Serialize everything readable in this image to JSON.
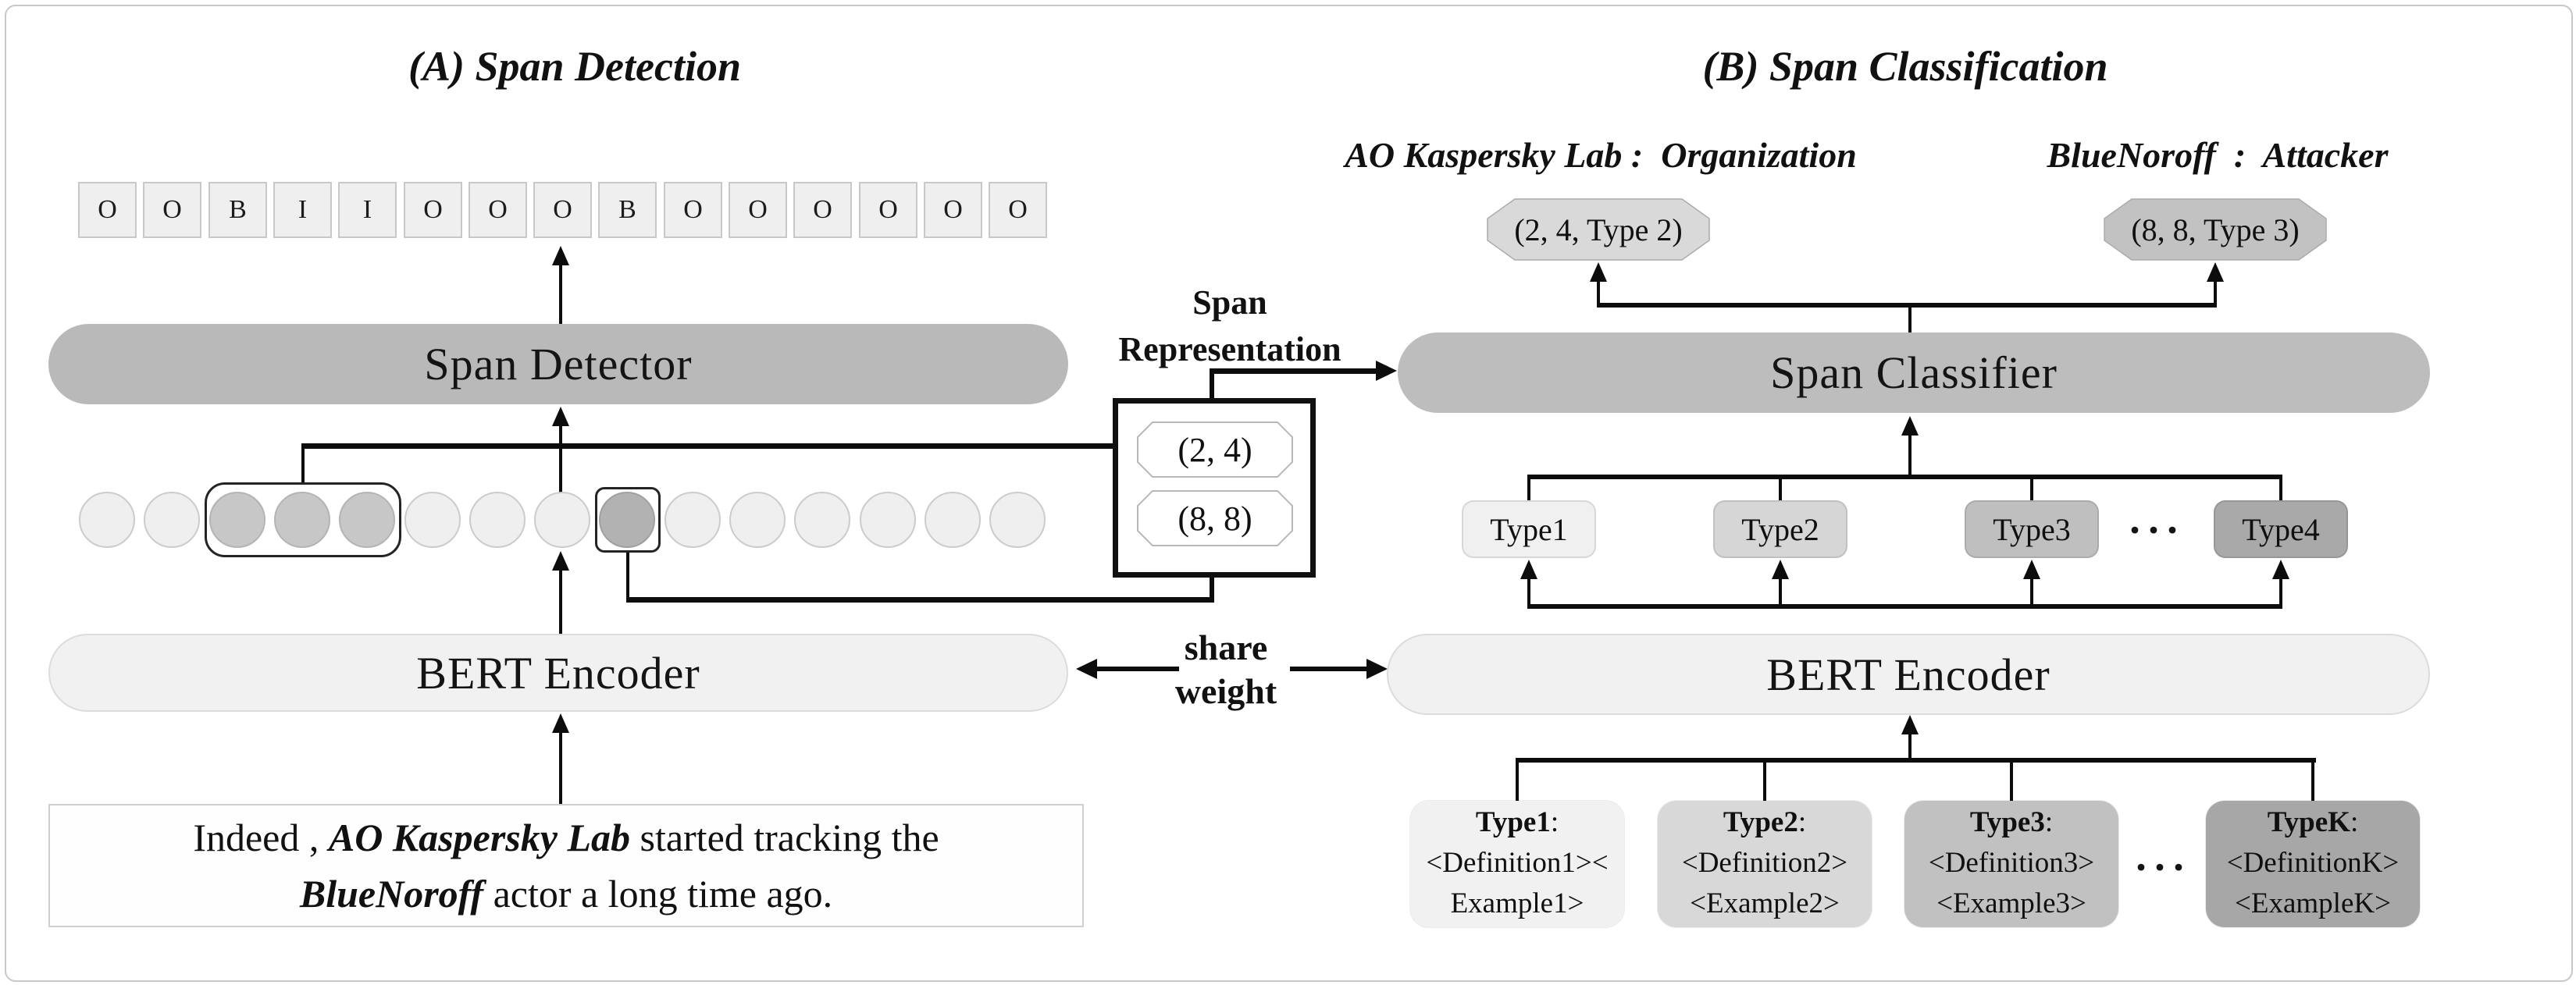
{
  "palette": {
    "bar_detector": "#b9b9b9",
    "bar_classifier": "#bdbdbd",
    "bert_fill": "#f1f1f1",
    "tag_fill": "#efefef",
    "circle_light": "#efefef",
    "circle_light_border": "#cccccc",
    "circle_group": "#c7c7c7",
    "circle_group_border": "#b4b4b4",
    "circle_single": "#b2b2b2",
    "circle_single_border": "#a0a0a0",
    "hex_fills": [
      "#d9d9d9",
      "#c2c2c2"
    ],
    "type_fills": [
      "#f0f0f0",
      "#d6d6d6",
      "#bfbfbf",
      "#a9a9a9"
    ],
    "def_fills": [
      "#f1f1f1",
      "#d8d8d8",
      "#c1c1c1",
      "#a7a7a7"
    ]
  },
  "panel_a": {
    "title": "(A) Span Detection",
    "tags": [
      "O",
      "O",
      "B",
      "I",
      "I",
      "O",
      "O",
      "O",
      "B",
      "O",
      "O",
      "O",
      "O",
      "O",
      "O"
    ],
    "highlight": {
      "group": [
        2,
        3,
        4
      ],
      "single": [
        8
      ]
    },
    "span_detector_label": "Span Detector",
    "bert_label": "BERT Encoder",
    "sentence": {
      "l1_pre": "Indeed , ",
      "l1_entity": "AO Kaspersky Lab",
      "l1_post": " started tracking the",
      "l2_entity": "BlueNoroff",
      "l2_post": " actor a long time ago."
    }
  },
  "representation": {
    "label_line1": "Span",
    "label_line2": "Representation",
    "spans": [
      "(2, 4)",
      "(8, 8)"
    ]
  },
  "share": {
    "line1": "share",
    "line2": "weight"
  },
  "panel_b": {
    "title": "(B) Span Classification",
    "predictions": [
      "AO Kaspersky Lab :  Organization",
      "BlueNoroff  :  Attacker"
    ],
    "span_results": [
      "(2, 4, Type 2)",
      "(8, 8, Type 3)"
    ],
    "classifier_label": "Span Classifier",
    "bert_label": "BERT Encoder",
    "type_boxes": [
      "Type1",
      "Type2",
      "Type3",
      "Type4"
    ],
    "ellipsis": "···",
    "definition_boxes": [
      {
        "name": "Type1",
        "suffix": ":",
        "lines": [
          "<Definition1><",
          "Example1>"
        ]
      },
      {
        "name": "Type2",
        "suffix": ":",
        "lines": [
          "<Definition2>",
          "<Example2>"
        ]
      },
      {
        "name": "Type3",
        "suffix": ":",
        "lines": [
          "<Definition3>",
          "<Example3>"
        ]
      },
      {
        "name": "TypeK",
        "suffix": ":",
        "lines": [
          "<DefinitionK>",
          "<ExampleK>"
        ]
      }
    ]
  }
}
